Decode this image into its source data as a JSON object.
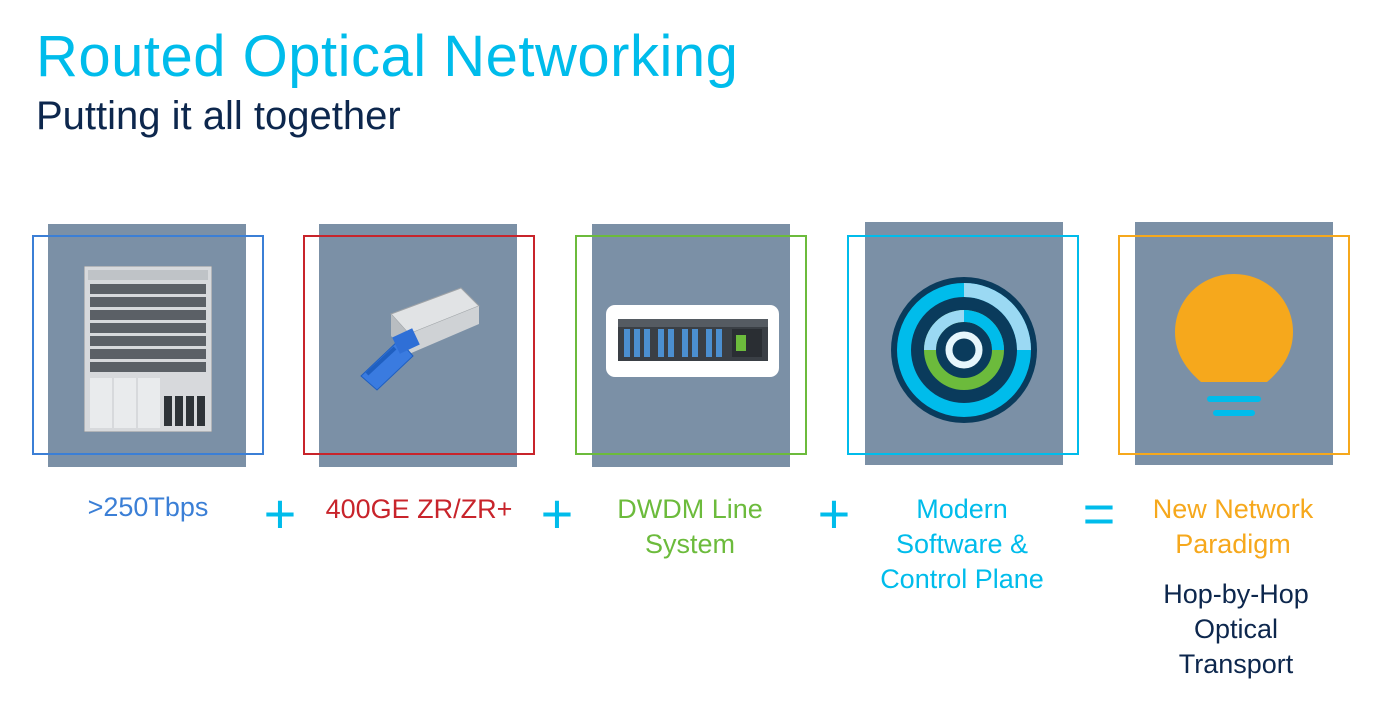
{
  "title": "Routed Optical Networking",
  "subtitle": "Putting it all together",
  "colors": {
    "title": "#00bceb",
    "subtitle": "#0d274d",
    "tile": "#7b90a6",
    "item1": "#3b7fd6",
    "item2": "#c8242b",
    "item3": "#6cbb3c",
    "item4": "#00bceb",
    "item5": "#f6a81c"
  },
  "items": [
    {
      "caption": ">250Tbps",
      "icon": "router-chassis-icon"
    },
    {
      "caption": "400GE ZR/ZR+",
      "icon": "optical-transceiver-icon"
    },
    {
      "caption_line1": "DWDM Line",
      "caption_line2": "System",
      "icon": "dwdm-shelf-icon"
    },
    {
      "caption_line1": "Modern",
      "caption_line2": "Software &",
      "caption_line3": "Control Plane",
      "icon": "concentric-circles-icon"
    },
    {
      "caption_line1": "New Network",
      "caption_line2": "Paradigm",
      "icon": "lightbulb-icon",
      "note_line1": "Hop-by-Hop",
      "note_line2": "Optical",
      "note_line3": "Transport"
    }
  ],
  "operators": [
    "+",
    "+",
    "+",
    "="
  ]
}
